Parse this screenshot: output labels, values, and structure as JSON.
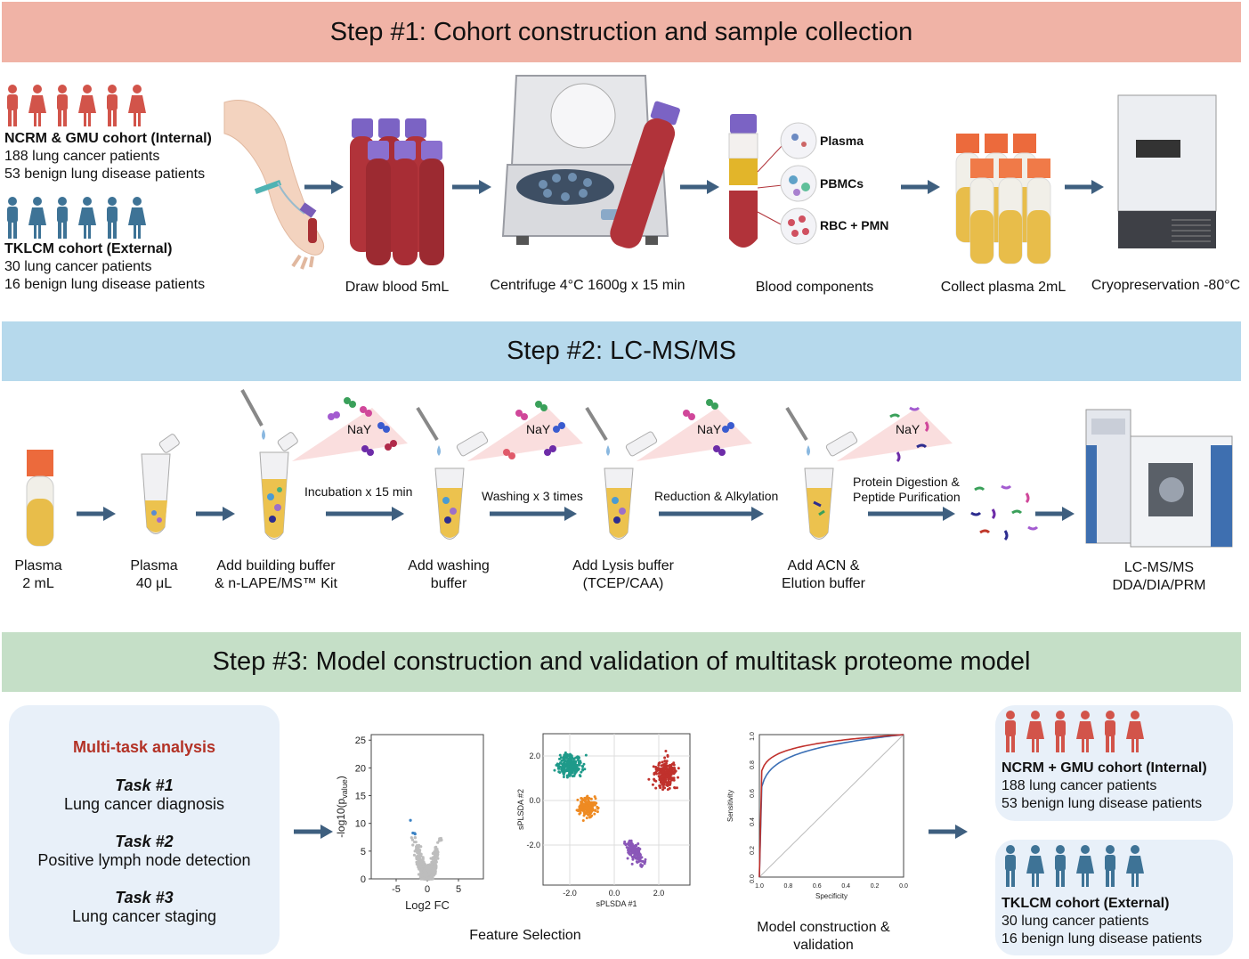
{
  "step1": {
    "title": "Step #1: Cohort construction and sample collection",
    "internal": {
      "name": "NCRM & GMU cohort (Internal)",
      "line1": "188 lung cancer patients",
      "line2": "53 benign lung disease patients"
    },
    "external": {
      "name": "TKLCM cohort (External)",
      "line1": "30 lung cancer patients",
      "line2": "16 benign lung disease patients"
    },
    "labels": [
      "Draw blood 5mL",
      "Centrifuge 4°C 1600g x 15 min",
      "Blood components",
      "Collect plasma 2mL",
      "Cryopreservation -80°C"
    ],
    "components": [
      "Plasma",
      "PBMCs",
      "RBC + PMN"
    ]
  },
  "step2": {
    "title": "Step #2: LC-MS/MS",
    "labels": {
      "plasma2": [
        "Plasma",
        "2 mL"
      ],
      "plasma40": [
        "Plasma",
        "40 μL"
      ],
      "building": [
        "Add building buffer",
        "& n-LAPE/MS™ Kit"
      ],
      "washing": [
        "Add washing",
        "buffer"
      ],
      "lysis": [
        "Add Lysis buffer",
        "(TCEP/CAA)"
      ],
      "acn": [
        "Add ACN &",
        "Elution buffer"
      ],
      "lcms": [
        "LC-MS/MS",
        "DDA/DIA/PRM"
      ]
    },
    "arrows": [
      "Incubation x 15 min",
      "Washing x 3 times",
      "Reduction & Alkylation",
      "Protein Digestion &",
      "Peptide Purification"
    ],
    "nay": "NaY"
  },
  "step3": {
    "title": "Step #3: Model construction and validation of multitask proteome model",
    "panel_title": "Multi-task analysis",
    "tasks": [
      {
        "name": "Task #1",
        "desc": "Lung cancer diagnosis"
      },
      {
        "name": "Task #2",
        "desc": "Positive lymph node detection"
      },
      {
        "name": "Task #3",
        "desc": "Lung cancer staging"
      }
    ],
    "feature_label": "Feature Selection",
    "model_label": [
      "Model construction &",
      "validation"
    ],
    "internal": {
      "name": "NCRM + GMU cohort (Internal)",
      "line1": "188 lung cancer patients",
      "line2": "53 benign lung disease patients"
    },
    "external": {
      "name": "TKLCM cohort (External)",
      "line1": "30 lung cancer patients",
      "line2": "16 benign lung disease patients"
    }
  },
  "colors": {
    "banner1": "#f0b3a6",
    "banner2": "#b6d9ec",
    "banner3": "#c5dfc7",
    "red": "#d2544a",
    "blue": "#3e7396",
    "arrow": "#3e5f7f"
  },
  "chart_data": [
    {
      "type": "scatter",
      "xlabel": "Log2 FC",
      "ylabel": "-log10(pvalue)",
      "xticks": [
        -5,
        0,
        5
      ],
      "yticks": [
        0,
        5,
        10,
        15,
        20,
        25
      ],
      "xlim": [
        -9,
        9
      ],
      "ylim": [
        0,
        26
      ]
    },
    {
      "type": "scatter",
      "xlabel": "sPLSDA #1",
      "ylabel": "sPLSDA #2",
      "xticks": [
        -2.0,
        0.0,
        2.0
      ],
      "yticks": [
        -2.0,
        0.0,
        2.0
      ]
    },
    {
      "type": "line",
      "xlabel": "Specificity",
      "ylabel": "Sensitivity",
      "xticks": [
        1.0,
        0.8,
        0.6,
        0.4,
        0.2,
        0.0
      ],
      "yticks": [
        0.0,
        0.2,
        0.4,
        0.6,
        0.8,
        1.0
      ]
    }
  ]
}
